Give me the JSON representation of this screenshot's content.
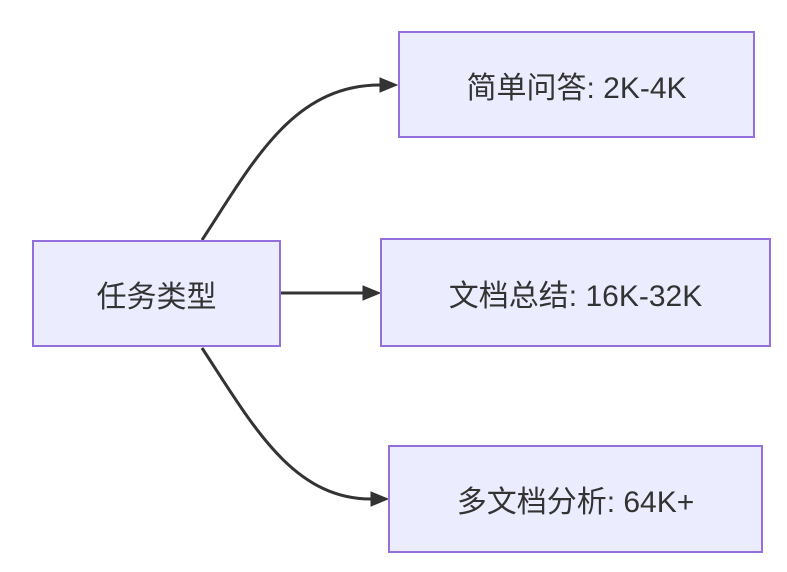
{
  "diagram": {
    "type": "flowchart",
    "direction": "LR",
    "nodes": [
      {
        "id": "task-type",
        "label": "任务类型"
      },
      {
        "id": "simple-qa",
        "label": "简单问答: 2K-4K"
      },
      {
        "id": "doc-summary",
        "label": "文档总结: 16K-32K"
      },
      {
        "id": "multi-doc-analysis",
        "label": "多文档分析: 64K+"
      }
    ],
    "edges": [
      {
        "from": "task-type",
        "to": "simple-qa"
      },
      {
        "from": "task-type",
        "to": "doc-summary"
      },
      {
        "from": "task-type",
        "to": "multi-doc-analysis"
      }
    ],
    "colors": {
      "background": "#FFFFFF",
      "node_fill": "#ECECFF",
      "node_border": "#9370DB",
      "edge": "#333333",
      "text": "#333333"
    }
  }
}
